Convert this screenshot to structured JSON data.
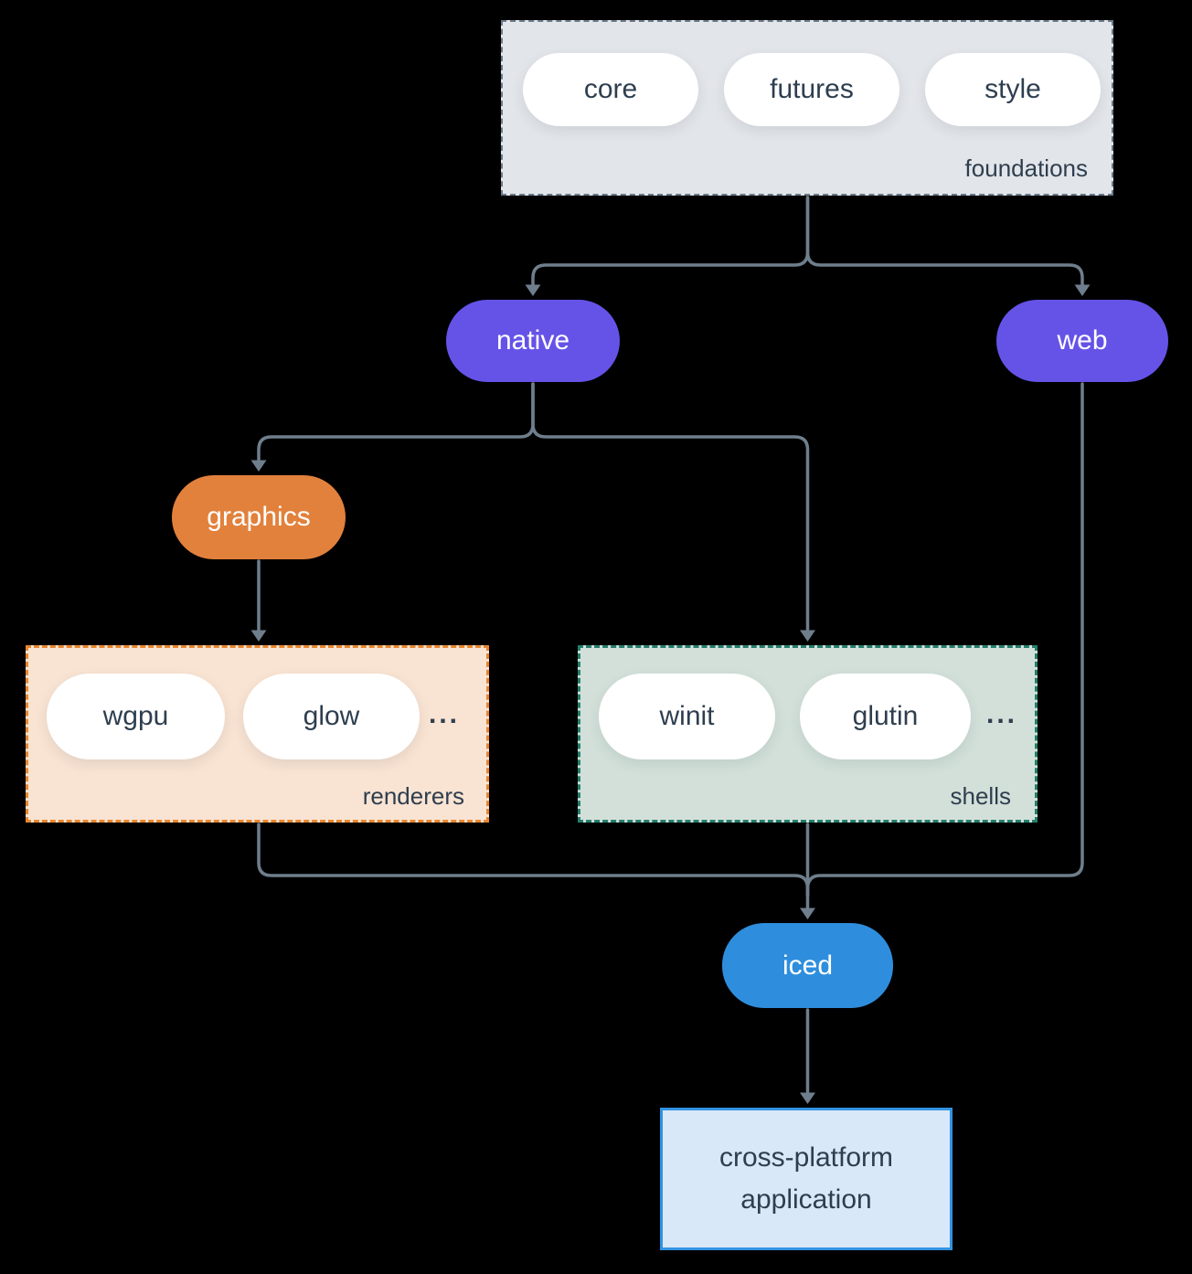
{
  "diagram": {
    "groups": {
      "foundations": {
        "label": "foundations",
        "pills": [
          "core",
          "futures",
          "style"
        ]
      },
      "renderers": {
        "label": "renderers",
        "pills": [
          "wgpu",
          "glow"
        ],
        "more": "..."
      },
      "shells": {
        "label": "shells",
        "pills": [
          "winit",
          "glutin"
        ],
        "more": "..."
      }
    },
    "nodes": {
      "native": {
        "label": "native"
      },
      "web": {
        "label": "web"
      },
      "graphics": {
        "label": "graphics"
      },
      "iced": {
        "label": "iced"
      },
      "application": {
        "label": "cross-platform application"
      }
    },
    "edges": [
      "foundations -> native",
      "foundations -> web",
      "native -> graphics",
      "native -> shells",
      "graphics -> renderers",
      "renderers -> iced",
      "shells -> iced",
      "web -> iced",
      "iced -> application"
    ]
  },
  "colors": {
    "background": "#000000",
    "connector": "#6f7e8c",
    "text-dark": "#2e3e4f",
    "pill-white": "#ffffff",
    "purple": "#6553e8",
    "orange": "#e2813c",
    "blue": "#2e8edd",
    "foundations-fill": "#e2e5e9",
    "foundations-border": "#6b7a8a",
    "renderers-fill": "#f9e3d2",
    "renderers-border": "#e8862f",
    "shells-fill": "#d2e0d9",
    "shells-border": "#247e6c",
    "app-fill": "#d8e8f8",
    "app-border": "#3193e2"
  }
}
